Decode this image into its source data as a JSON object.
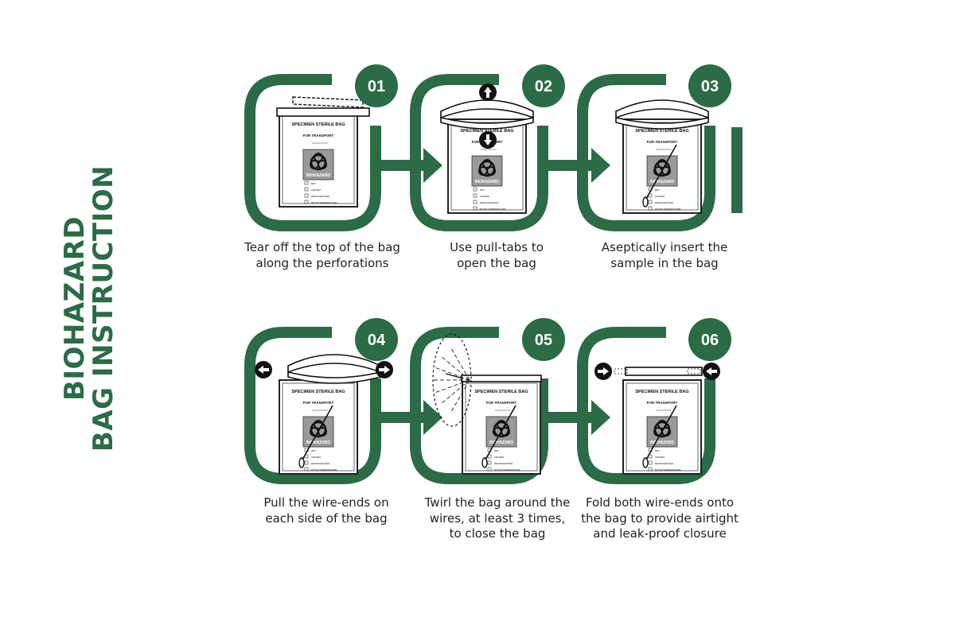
{
  "colors": {
    "accent": "#2b6b45",
    "text": "#222222",
    "bag_gray": "#9a9a9a"
  },
  "title": {
    "line1": "BIOHAZARD",
    "line2": "BAG INSTRUCTION"
  },
  "bag_labels": {
    "header": "SPECIMEN STERILE BAG",
    "transport": "FOR TRANSPORT",
    "symbol": "BIOHAZARD",
    "options": [
      "DRY",
      "FROZEN",
      "REFRIGERATED",
      "ROOM TEMPERATURE"
    ]
  },
  "steps": [
    {
      "number": "01",
      "caption": [
        "Tear off the top of the bag",
        "along the perforations"
      ]
    },
    {
      "number": "02",
      "caption": [
        "Use pull-tabs to",
        "open the bag"
      ]
    },
    {
      "number": "03",
      "caption": [
        "Aseptically insert the",
        "sample in the bag"
      ]
    },
    {
      "number": "04",
      "caption": [
        "Pull the wire-ends on",
        "each side of the bag"
      ]
    },
    {
      "number": "05",
      "caption": [
        "Twirl the bag around the",
        "wires, at least 3 times,",
        "to close the bag"
      ]
    },
    {
      "number": "06",
      "caption": [
        "Fold both wire-ends onto",
        "the bag to provide airtight",
        "and leak-proof closure"
      ]
    }
  ]
}
